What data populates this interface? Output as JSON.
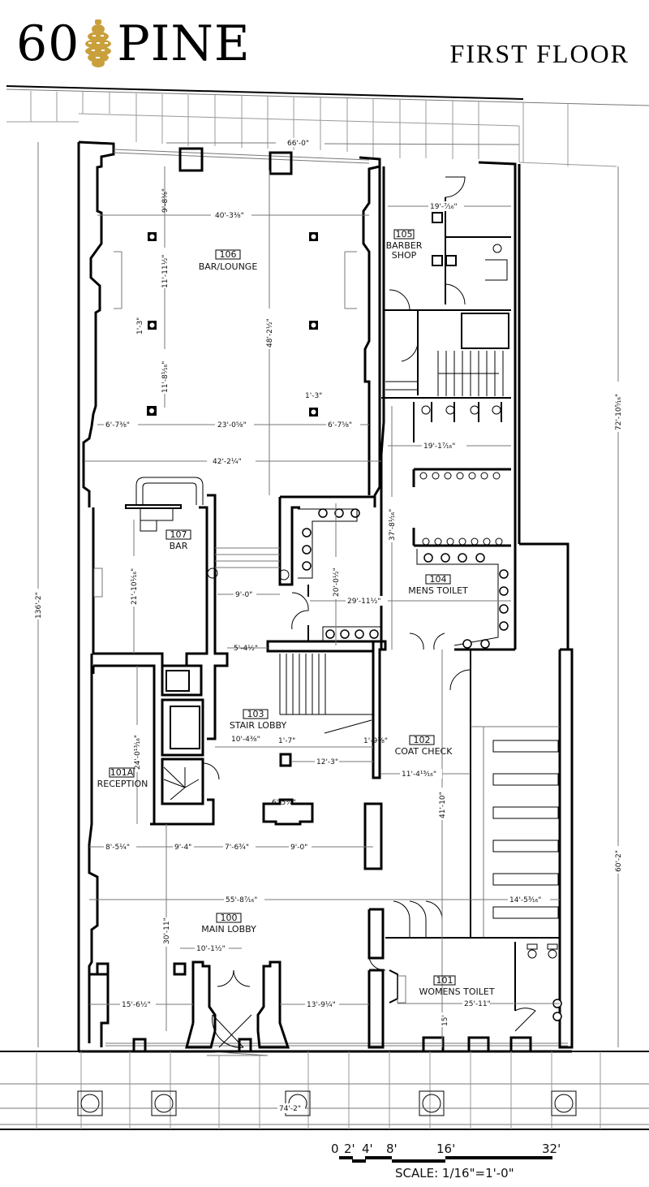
{
  "header": {
    "logo_number": "60",
    "logo_word": "PINE",
    "logo_icon": "pinecone-icon",
    "title": "FIRST FLOOR"
  },
  "colors": {
    "brand_gold": "#c9a03c",
    "line": "#000000"
  },
  "rooms": [
    {
      "number": "106",
      "name": "BAR/LOUNGE"
    },
    {
      "number": "105",
      "name": "BARBER",
      "name2": "SHOP"
    },
    {
      "number": "107",
      "name": "BAR"
    },
    {
      "number": "104",
      "name": "MENS TOILET"
    },
    {
      "number": "103",
      "name": "STAIR LOBBY"
    },
    {
      "number": "102",
      "name": "COAT CHECK"
    },
    {
      "number": "101A",
      "name": "RECEPTION"
    },
    {
      "number": "100",
      "name": "MAIN LOBBY"
    },
    {
      "number": "101",
      "name": "WOMENS TOILET"
    }
  ],
  "dims": [
    "66'-0\"",
    "9'-8⅜\"",
    "40'-3⅜\"",
    "11'-11½\"",
    "1'-3\"",
    "48'-2½\"",
    "11'-8¹⁄₁₆\"",
    "1'-3\"",
    "6'-7⅜\"",
    "23'-0⅝\"",
    "6'-7⅝\"",
    "42'-2¼\"",
    "19'-⁷⁄₁₆\"",
    "19'-1⁷⁄₁₆\"",
    "37'-8¹⁄₁₆\"",
    "21'-10¹⁄₁₆\"",
    "20'-0½\"",
    "9'-0\"",
    "29'-11½\"",
    "5'-4½\"",
    "10'-4⅜\"",
    "1'-7\"",
    "1'-9⅜\"",
    "12'-3\"",
    "11'-4¹³⁄₁₆\"",
    "24'-0¹³⁄₁₆\"",
    "41'-10\"",
    "6'-5¾\"",
    "8'-5¼\"",
    "9'-4\"",
    "7'-6¾\"",
    "9'-0\"",
    "55'-8⁷⁄₁₆\"",
    "14'-5³⁄₁₆\"",
    "30'-11\"",
    "10'-1½\"",
    "15'-6½\"",
    "13'-9¼\"",
    "25'-11\"",
    "15'",
    "74'-2\"",
    "136'-2\"",
    "72'-10⁵⁄₁₆\"",
    "60'-2\""
  ],
  "scale": {
    "ticks": [
      "0",
      "2'",
      "4'",
      "8'",
      "16'",
      "32'"
    ],
    "label": "SCALE:  1/16\"=1'-0\""
  }
}
